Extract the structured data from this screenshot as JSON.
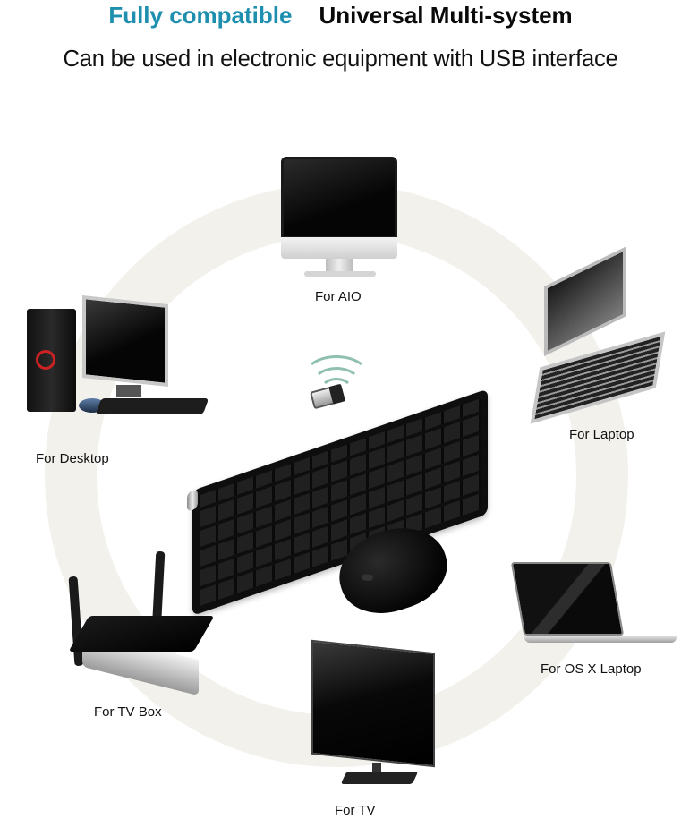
{
  "header": {
    "accent_title": "Fully compatible",
    "main_title": "Universal Multi-system",
    "subtitle": "Can be used in electronic equipment with USB interface"
  },
  "colors": {
    "accent": "#1e8fae",
    "ring": "#f3f1ec",
    "wifi_waves": "#8fbfad"
  },
  "center_product": {
    "items": [
      "wireless keyboard",
      "wireless mouse",
      "USB receiver"
    ],
    "icons": [
      "keyboard-icon",
      "mouse-icon",
      "usb-dongle-icon",
      "wifi-signal-icon"
    ]
  },
  "devices": [
    {
      "label": "For AIO",
      "icon": "all-in-one-pc-icon"
    },
    {
      "label": "For Desktop",
      "icon": "desktop-pc-icon"
    },
    {
      "label": "For Laptop",
      "icon": "laptop-icon"
    },
    {
      "label": "For TV Box",
      "icon": "tv-box-icon"
    },
    {
      "label": "For OS X Laptop",
      "icon": "macbook-icon"
    },
    {
      "label": "For TV",
      "icon": "television-icon"
    }
  ]
}
